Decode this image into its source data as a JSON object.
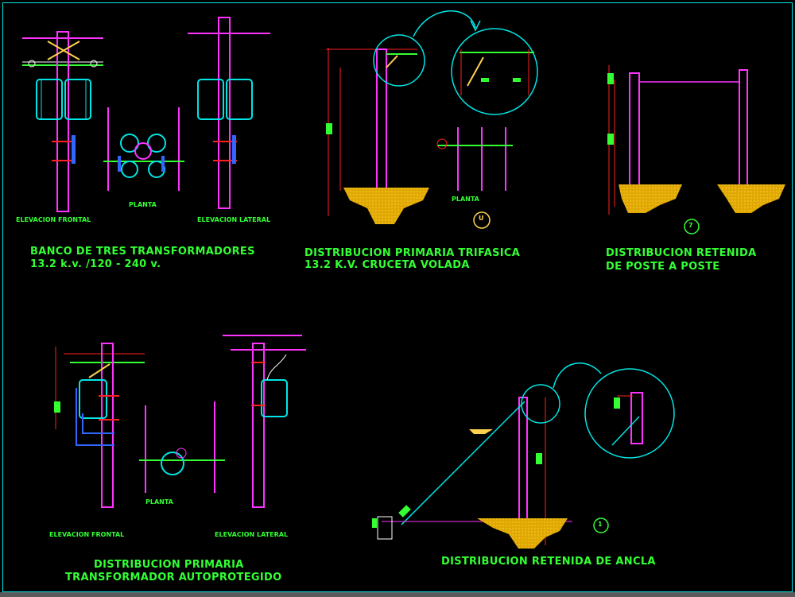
{
  "drawing": {
    "titles": {
      "banco": [
        "BANCO DE TRES TRANSFORMADORES",
        "13.2  k.v.  /120 - 240 v."
      ],
      "trifasica": [
        "DISTRIBUCION PRIMARIA TRIFASICA",
        "13.2  K.V.  CRUCETA VOLADA"
      ],
      "retenida_poste": [
        "DISTRIBUCION RETENIDA",
        "DE POSTE A POSTE"
      ],
      "autoprotegido": [
        "DISTRIBUCION PRIMARIA",
        "TRANSFORMADOR AUTOPROTEGIDO"
      ],
      "retenida_ancla": "DISTRIBUCION RETENIDA DE ANCLA"
    },
    "view_labels": {
      "elev_frontal": "ELEVACION FRONTAL",
      "elev_lateral": "ELEVACION LATERAL",
      "planta": "PLANTA"
    },
    "markers": {
      "u": "U",
      "seven": "7",
      "one": "1"
    },
    "colors": {
      "background": "#000000",
      "green": "#33ff33",
      "magenta": "#ff33ff",
      "cyan": "#00e6e6",
      "yellow": "#ffd24d",
      "red": "#ff2020",
      "blue": "#3366ff",
      "white": "#ffffff"
    }
  }
}
